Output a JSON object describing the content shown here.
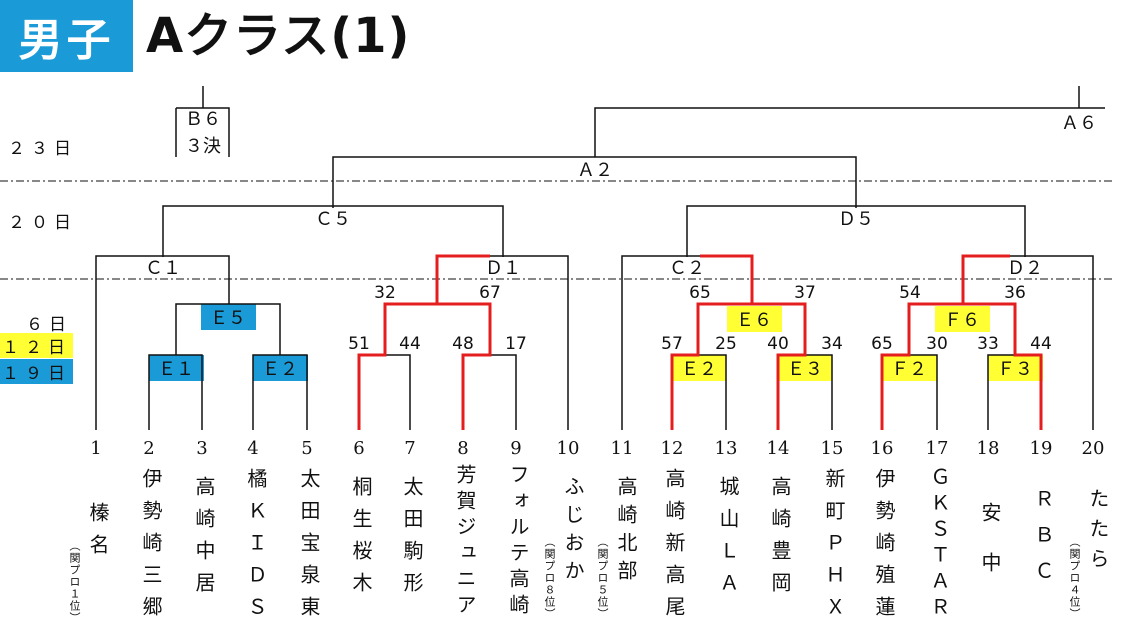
{
  "header": {
    "gender": "男子",
    "title": "Aクラス(1)"
  },
  "days": [
    {
      "label": "２３日"
    },
    {
      "label": "２０日"
    },
    {
      "label": "６日"
    },
    {
      "label": "１２日",
      "highlight": "#ffff33"
    },
    {
      "label": "１９日",
      "highlight": "#1a9bd7"
    }
  ],
  "colors": {
    "blue": "#1a9bd7",
    "yellow": "#ffff33",
    "winner_line": "#e41e1e",
    "line": "#111111"
  },
  "matches": [
    {
      "label": "Ｂ６"
    },
    {
      "label": "３決"
    },
    {
      "label": "Ａ６"
    },
    {
      "label": "Ａ２"
    },
    {
      "label": "Ｃ５"
    },
    {
      "label": "Ｄ５"
    },
    {
      "label": "Ｃ１"
    },
    {
      "label": "Ｄ１"
    },
    {
      "label": "Ｃ２"
    },
    {
      "label": "Ｄ２"
    },
    {
      "label": "Ｅ５"
    },
    {
      "label": "Ｅ１"
    },
    {
      "label": "Ｅ２"
    },
    {
      "label": "Ｅ６"
    },
    {
      "label": "Ｅ２"
    },
    {
      "label": "Ｅ３"
    },
    {
      "label": "Ｆ６"
    },
    {
      "label": "Ｆ２"
    },
    {
      "label": "Ｆ３"
    }
  ],
  "scores": [
    "32",
    "67",
    "51",
    "44",
    "48",
    "17",
    "65",
    "37",
    "57",
    "25",
    "40",
    "34",
    "54",
    "36",
    "65",
    "30",
    "33",
    "44"
  ],
  "teams": [
    {
      "no": "1",
      "name": "榛名",
      "note": "（関プロ１位）"
    },
    {
      "no": "2",
      "name": "伊勢崎三郷"
    },
    {
      "no": "3",
      "name": "高崎中居"
    },
    {
      "no": "4",
      "name": "橘ＫＩＤＳ"
    },
    {
      "no": "5",
      "name": "太田宝泉東"
    },
    {
      "no": "6",
      "name": "桐生桜木"
    },
    {
      "no": "7",
      "name": "太田駒形"
    },
    {
      "no": "8",
      "name": "芳賀ジュニア"
    },
    {
      "no": "9",
      "name": "フォルテ高崎"
    },
    {
      "no": "10",
      "name": "ふじおか",
      "note": "（関プロ８位）"
    },
    {
      "no": "11",
      "name": "高崎北部",
      "note": "（関プロ５位）"
    },
    {
      "no": "12",
      "name": "高崎新高尾"
    },
    {
      "no": "13",
      "name": "城山ＬＡ"
    },
    {
      "no": "14",
      "name": "高崎豊岡"
    },
    {
      "no": "15",
      "name": "新町ＰＨＸ"
    },
    {
      "no": "16",
      "name": "伊勢崎殖蓮"
    },
    {
      "no": "17",
      "name": "ＧＫＳＴＡＲ"
    },
    {
      "no": "18",
      "name": "安中"
    },
    {
      "no": "19",
      "name": "ＲＢＣ"
    },
    {
      "no": "20",
      "name": "たたら",
      "note": "（関プロ４位）"
    }
  ]
}
